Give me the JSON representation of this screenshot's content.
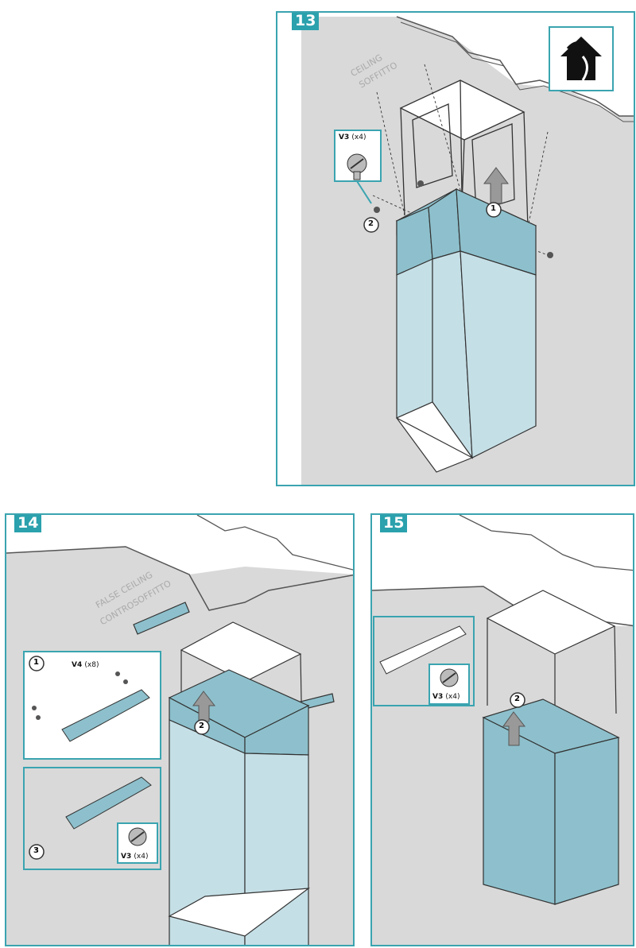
{
  "steps": {
    "s13": {
      "number": "13",
      "ceiling_en": "CEILING",
      "ceiling_it": "SOFFITTO",
      "screw_code": "V3",
      "screw_qty": "(x4)",
      "marker_1": "1",
      "marker_2": "2"
    },
    "s14": {
      "number": "14",
      "ceiling_en": "FALSE CEILING",
      "ceiling_it": "CONTROSOFFITTO",
      "screw_code_a": "V4",
      "screw_qty_a": "(x8)",
      "screw_code_b": "V3",
      "screw_qty_b": "(x4)",
      "marker_1": "1",
      "marker_2": "2",
      "marker_3": "3"
    },
    "s15": {
      "number": "15",
      "screw_code": "V3",
      "screw_qty": "(x4)",
      "marker_2": "2"
    }
  },
  "icons": [
    "home-side-icon",
    "screw-icon",
    "arrow-up-icon"
  ],
  "colors": {
    "accent": "#2aa1ad",
    "chimney_dark": "#8dc0cc",
    "chimney_light": "#c5dfe6",
    "ceiling_gray": "#d9d9d9"
  }
}
